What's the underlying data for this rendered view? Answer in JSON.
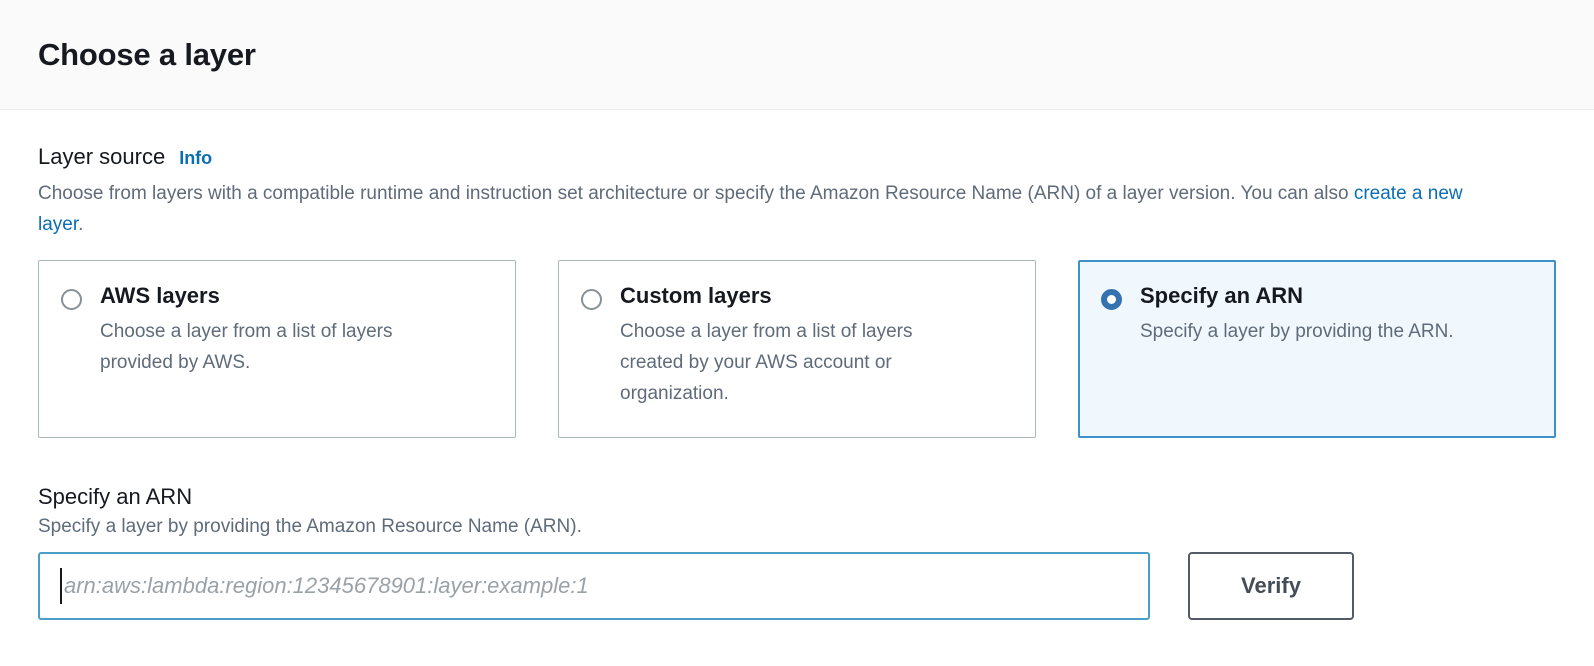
{
  "header": {
    "title": "Choose a layer"
  },
  "layer_source": {
    "label": "Layer source",
    "info_label": "Info",
    "description_part1": "Choose from layers with a compatible runtime and instruction set architecture or specify the Amazon Resource Name (ARN) of a layer version. You can also ",
    "description_link": "create a new layer",
    "description_part2": ".",
    "options": [
      {
        "label": "AWS layers",
        "description": "Choose a layer from a list of layers provided by AWS.",
        "selected": false
      },
      {
        "label": "Custom layers",
        "description": "Choose a layer from a list of layers created by your AWS account or organization.",
        "selected": false
      },
      {
        "label": "Specify an ARN",
        "description": "Specify a layer by providing the ARN.",
        "selected": true
      }
    ]
  },
  "arn_section": {
    "title": "Specify an ARN",
    "hint": "Specify a layer by providing the Amazon Resource Name (ARN).",
    "input_value": "",
    "input_placeholder": "arn:aws:lambda:region:12345678901:layer:example:1",
    "verify_label": "Verify"
  },
  "colors": {
    "accent_blue": "#0a6eb4",
    "selected_border": "#3f92c9",
    "selected_fill": "#f1f8fd",
    "radio_selected": "#3572b0",
    "input_focus_border": "#4a9fc9",
    "text_primary": "#16191f",
    "text_secondary": "#5f6b7a",
    "card_border": "#aab7b8",
    "header_bg": "#fafafa"
  }
}
